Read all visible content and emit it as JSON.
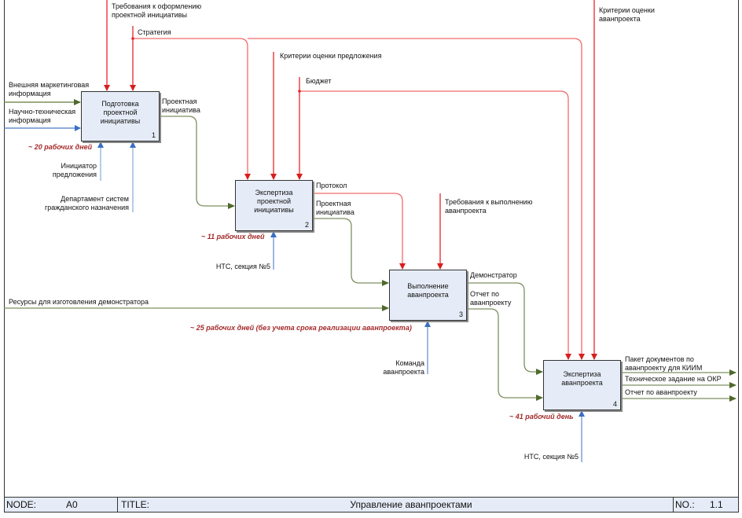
{
  "diagram": {
    "colors": {
      "control": "#e8262b",
      "input_output": "#5f7a3a",
      "mechanism": "#4a7bc8",
      "box_fill": "#e6ecf7",
      "duration_text": "#a52a2a"
    },
    "activities": [
      {
        "id": 1,
        "name": "Подготовка\nпроектной\nинициативы",
        "number": "1",
        "duration": "~ 20 рабочих дней"
      },
      {
        "id": 2,
        "name": "Экспертиза\nпроектной\nинициативы",
        "number": "2",
        "duration": "~ 11 рабочих дней"
      },
      {
        "id": 3,
        "name": "Выполнение\nаванпроекта",
        "number": "3",
        "duration": "~ 25 рабочих дней (без учета срока реализации аванпроекта)"
      },
      {
        "id": 4,
        "name": "Экспертиза\nаванпроекта",
        "number": "4",
        "duration": "~ 41 рабочий день"
      }
    ],
    "arrows": {
      "req_format": "Требования к оформлению\nпроектной инициативы",
      "strategy": "Стратегия",
      "criteria_proposal": "Критерии оценки предложения",
      "budget": "Бюджет",
      "criteria_preproject": "Критерии оценки\nаванпроекта",
      "ext_marketing": "Внешняя маркетинговая\nинформация",
      "sci_tech": "Научно-техническая\nинформация",
      "initiator": "Инициатор\nпредложения",
      "department": "Департамент систем\nгражданского назначения",
      "initiative_out1": "Проектная\nинициатива",
      "protocol": "Протокол",
      "initiative_out2": "Проектная\nинициатива",
      "nts_1": "НТС, секция №5",
      "req_execution": "Требования к выполнению\nаванпроекта",
      "resources": "Ресурсы для изготовления демонстратора",
      "demonstrator": "Демонстратор",
      "report_out3": "Отчет по\nаванпроекту",
      "team": "Команда\nаванпроекта",
      "doc_package": "Пакет документов по\nаванпроекту для КИИМ",
      "tech_task": "Техническое задание на ОКР",
      "report_out4": "Отчет по аванпроекту",
      "nts_2": "НТС, секция №5"
    }
  },
  "footer": {
    "node_label": "NODE:",
    "node_value": "A0",
    "title_label": "TITLE:",
    "title_value": "Управление аванпроектами",
    "no_label": "NO.:",
    "no_value": "1.1"
  }
}
